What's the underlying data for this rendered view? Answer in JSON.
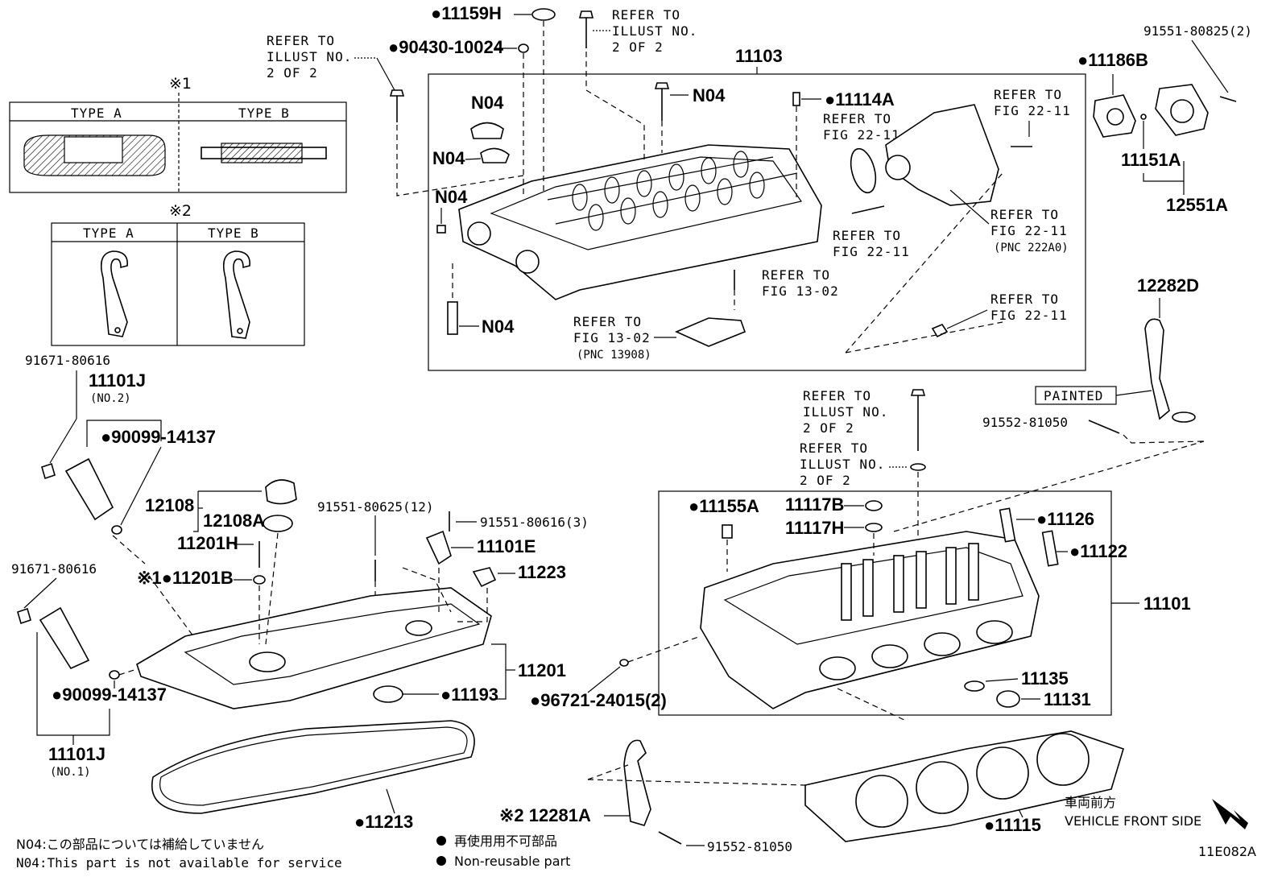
{
  "diagram": {
    "code": "11E082A",
    "direction": {
      "jp": "車両前方",
      "en": "VEHICLE FRONT SIDE"
    },
    "notes": {
      "n04_jp": "N04:この部品については補給していません",
      "n04_en": "N04:This part is not available for service",
      "nonreusable_jp": "再使用用不可部品",
      "nonreusable_en": "Non-reusable part"
    },
    "type_tables": [
      {
        "mark": "※1",
        "type_a": "TYPE A",
        "type_b": "TYPE B"
      },
      {
        "mark": "※2",
        "type_a": "TYPE A",
        "type_b": "TYPE B"
      }
    ],
    "refs": {
      "illust_2of2": [
        "REFER TO",
        "ILLUST NO.",
        "2 OF 2"
      ],
      "fig_22_11": [
        "REFER TO",
        "FIG 22-11"
      ],
      "fig_13_02": [
        "REFER TO",
        "FIG 13-02"
      ],
      "pnc_222a0": "(PNC 222A0)",
      "pnc_13908": "(PNC 13908)",
      "painted": "PAINTED"
    },
    "labels": {
      "p11159H": "●11159H",
      "p90430": "●90430-10024",
      "p11103": "11103",
      "pN04a": "N04",
      "pN04b": "N04",
      "pN04c": "N04",
      "pN04d": "N04",
      "pN04e": "N04",
      "p11114A": "●11114A",
      "p91551_80825": "91551-80825(2)",
      "p11186B": "●11186B",
      "p11151A": "11151A",
      "p12551A": "12551A",
      "p12282D": "12282D",
      "p91671_a": "91671-80616",
      "p11101J_no2": "11101J",
      "no2": "(NO.2)",
      "p90099_a": "●90099-14137",
      "p12108": "12108",
      "p12108A": "12108A",
      "p11201H": "11201H",
      "p11201B": "※1●11201B",
      "p91551_80625": "91551-80625(12)",
      "p91551_80616": "91551-80616(3)",
      "p11101E": "11101E",
      "p11223": "11223",
      "p91671_b": "91671-80616",
      "p11201": "11201",
      "p11193": "●11193",
      "p90099_b": "●90099-14137",
      "p11101J_no1": "11101J",
      "no1": "(NO.1)",
      "p11213": "●11213",
      "p91552_a": "91552-81050",
      "p11155A": "●11155A",
      "p11117B": "11117B",
      "p11117H": "11117H",
      "p11126": "●11126",
      "p11122": "●11122",
      "p11101": "11101",
      "p11135": "11135",
      "p11131": "11131",
      "p96721": "●96721-24015(2)",
      "p12281A": "※2 12281A",
      "p91552_b": "91552-81050",
      "p11115": "●11115"
    }
  }
}
